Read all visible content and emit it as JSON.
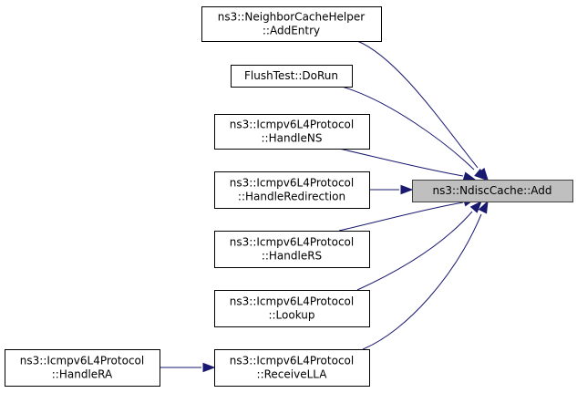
{
  "graph": {
    "target": {
      "id": "add",
      "lines": [
        "ns3::NdiscCache::Add"
      ]
    },
    "callers": [
      {
        "id": "neighbor-addentry",
        "lines": [
          "ns3::NeighborCacheHelper",
          "::AddEntry"
        ]
      },
      {
        "id": "flushtest-dorun",
        "lines": [
          "FlushTest::DoRun"
        ]
      },
      {
        "id": "icmpv6-handlens",
        "lines": [
          "ns3::Icmpv6L4Protocol",
          "::HandleNS"
        ]
      },
      {
        "id": "icmpv6-handleredirection",
        "lines": [
          "ns3::Icmpv6L4Protocol",
          "::HandleRedirection"
        ]
      },
      {
        "id": "icmpv6-handlers",
        "lines": [
          "ns3::Icmpv6L4Protocol",
          "::HandleRS"
        ]
      },
      {
        "id": "icmpv6-lookup",
        "lines": [
          "ns3::Icmpv6L4Protocol",
          "::Lookup"
        ]
      },
      {
        "id": "icmpv6-receivella",
        "lines": [
          "ns3::Icmpv6L4Protocol",
          "::ReceiveLLA"
        ]
      },
      {
        "id": "icmpv6-handlera",
        "lines": [
          "ns3::Icmpv6L4Protocol",
          "::HandleRA"
        ]
      }
    ],
    "edges": [
      {
        "from": "neighbor-addentry",
        "to": "add"
      },
      {
        "from": "flushtest-dorun",
        "to": "add"
      },
      {
        "from": "icmpv6-handlens",
        "to": "add"
      },
      {
        "from": "icmpv6-handleredirection",
        "to": "add"
      },
      {
        "from": "icmpv6-handlers",
        "to": "add"
      },
      {
        "from": "icmpv6-lookup",
        "to": "add"
      },
      {
        "from": "icmpv6-receivella",
        "to": "add"
      },
      {
        "from": "icmpv6-handlera",
        "to": "icmpv6-receivella"
      }
    ],
    "colors": {
      "edge": "#191970",
      "target_fill": "#bfbfbf",
      "node_border": "#000000"
    }
  }
}
